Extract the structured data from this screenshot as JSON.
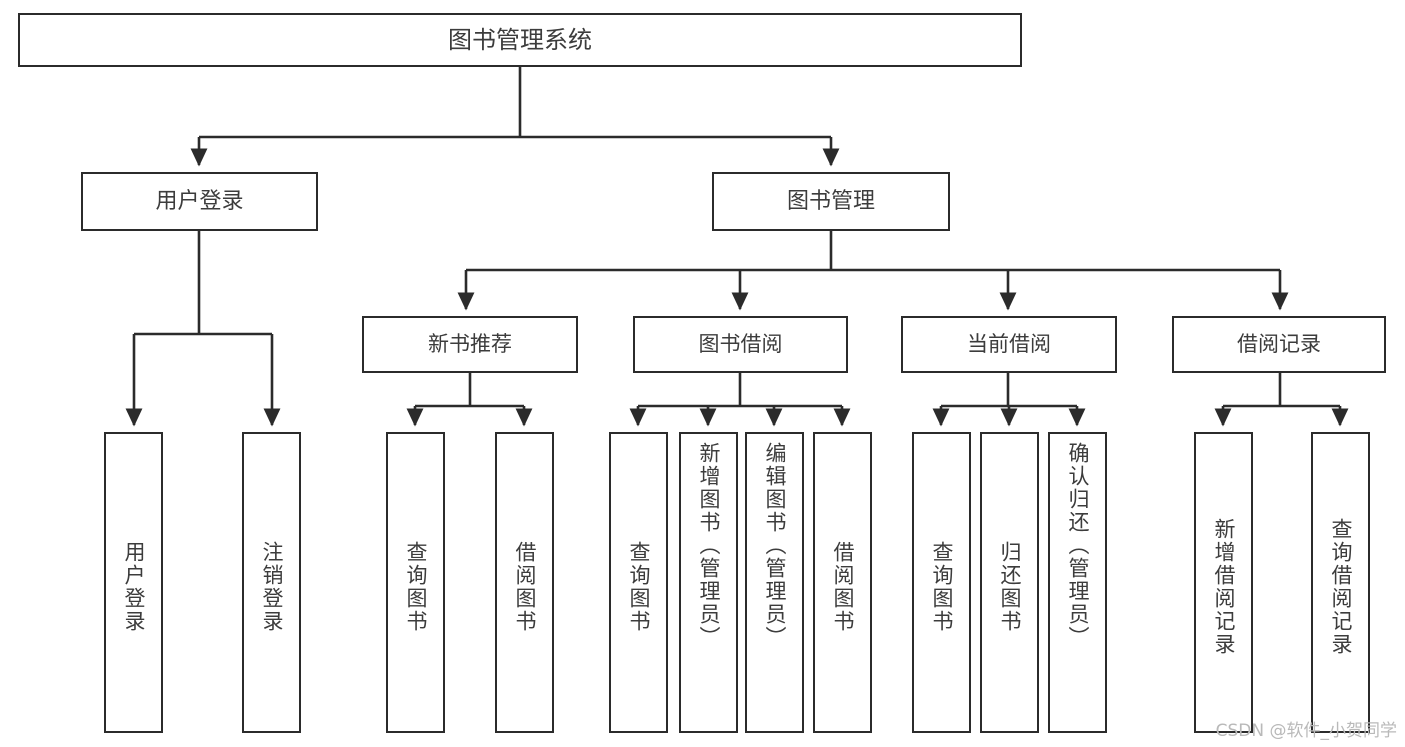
{
  "diagram": {
    "type": "tree-hierarchy-diagram",
    "title": "图书管理系统",
    "watermark": "CSDN @软件_小贺同学",
    "colors": {
      "stroke": "#2b2b2b",
      "text": "#3c3c3c",
      "background": "#ffffff",
      "watermark": "#b9b9b9"
    },
    "nodes": {
      "root": {
        "label": "图书管理系统"
      },
      "level2": [
        {
          "label": "用户登录"
        },
        {
          "label": "图书管理"
        }
      ],
      "level3": [
        {
          "label": "新书推荐"
        },
        {
          "label": "图书借阅"
        },
        {
          "label": "当前借阅"
        },
        {
          "label": "借阅记录"
        }
      ],
      "leaves": {
        "user_login": [
          {
            "label": "用户登录"
          },
          {
            "label": "注销登录"
          }
        ],
        "new_book_recommend": [
          {
            "label": "查询图书"
          },
          {
            "label": "借阅图书"
          }
        ],
        "book_borrow": [
          {
            "label": "查询图书"
          },
          {
            "label": "新增图书（管理员）"
          },
          {
            "label": "编辑图书（管理员）"
          },
          {
            "label": "借阅图书"
          }
        ],
        "current_borrow": [
          {
            "label": "查询图书"
          },
          {
            "label": "归还图书"
          },
          {
            "label": "确认归还（管理员）"
          }
        ],
        "borrow_record": [
          {
            "label": "新增借阅记录"
          },
          {
            "label": "查询借阅记录"
          }
        ]
      }
    }
  }
}
